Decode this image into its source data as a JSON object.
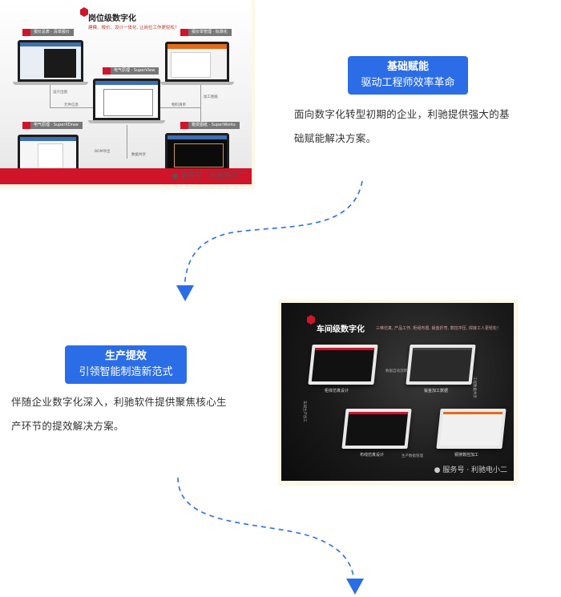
{
  "section1": {
    "badge_title": "基础赋能",
    "badge_subtitle": "驱动工程师效率革命",
    "description_line1": "面向数字化转型初期的企业，利驰提供强大的基",
    "description_line2": "础赋能解决方案。"
  },
  "section2": {
    "badge_title": "生产提效",
    "badge_subtitle": "引领智能制造新范式",
    "description_line1": "伴随企业数字化深入，利驰软件提供聚焦核心生",
    "description_line2": "产环节的提效解决方案。"
  },
  "image1": {
    "title": "岗位级数字化",
    "subtitle": "建模、报价、设计一体化, 让岗位工作更轻松！",
    "tags": [
      "报价总表 · 清单报价",
      "报价单管理 · 标准化",
      "电气原理 · SuperView",
      "箱变图纸 · SuperWorks",
      "电气原理 · SuperXDraw"
    ],
    "flow_labels": [
      "设计出图",
      "元件信息",
      "物料清单",
      "加工图纸",
      "BOM导出",
      "数据共享"
    ],
    "watermark": "服务号 · 利驰电小二"
  },
  "image2": {
    "title": "车间级数字化",
    "subtitle": "三维仿真, 产品工作, 柜组布置, 钣金折弯, 数控冲压, 焊接工人更轻松！",
    "product_labels": [
      "柜体仿真设计",
      "钣金加工数据",
      "布线仿真设计",
      "铜排数控加工"
    ],
    "flow_labels": [
      "数据自动流转",
      "工程数据共享",
      "车间生产加工",
      "生产数据管理"
    ],
    "watermark": "服务号 · 利驰电小二"
  },
  "colors": {
    "accent_blue": "#2b6de6",
    "brand_red": "#d0142a",
    "card_border": "#fdf7e7"
  }
}
